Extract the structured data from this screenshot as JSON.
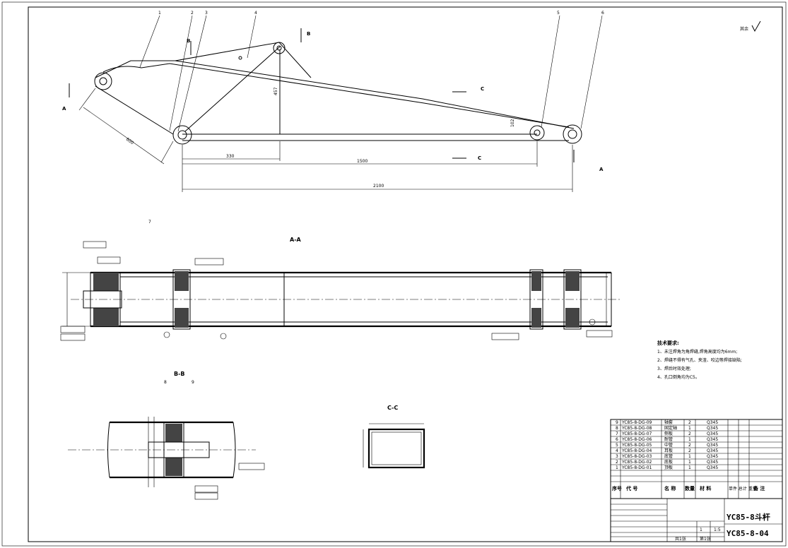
{
  "drawing": {
    "surface_mark": "其余",
    "section_labels": {
      "aa": "A-A",
      "bb": "B-B",
      "cc": "C-C"
    },
    "cut_letters": [
      "A",
      "B",
      "C"
    ],
    "balloons": [
      "1",
      "2",
      "3",
      "4",
      "5",
      "6",
      "7",
      "8",
      "9"
    ],
    "dims": {
      "len_total": "2100",
      "len_mid": "1500",
      "len_left": "330",
      "len_diag": "600",
      "h_vert": "457",
      "offset": "102"
    }
  },
  "tech_req": {
    "title": "技术要求:",
    "items": [
      "1、未注焊角为角焊缝,焊角高度均为6mm;",
      "2、焊缝不得有气孔、夹渣、咬边等焊接缺陷;",
      "3、焊后时效处理;",
      "4、孔口倒角均为C5。"
    ]
  },
  "bom": {
    "rows": [
      {
        "no": "9",
        "code": "YC85-8-DG-09",
        "name": "轴套",
        "qty": "2",
        "material": "Q345"
      },
      {
        "no": "8",
        "code": "YC85-8-DG-08",
        "name": "固定轴",
        "qty": "1",
        "material": "Q345"
      },
      {
        "no": "7",
        "code": "YC85-8-DG-07",
        "name": "侧板",
        "qty": "2",
        "material": "Q345"
      },
      {
        "no": "6",
        "code": "YC85-8-DG-06",
        "name": "耐管",
        "qty": "1",
        "material": "Q345"
      },
      {
        "no": "5",
        "code": "YC85-8-DG-05",
        "name": "中管",
        "qty": "2",
        "material": "Q345"
      },
      {
        "no": "4",
        "code": "YC85-8-DG-04",
        "name": "耳板",
        "qty": "2",
        "material": "Q345"
      },
      {
        "no": "3",
        "code": "YC85-8-DG-03",
        "name": "底管",
        "qty": "1",
        "material": "Q345"
      },
      {
        "no": "2",
        "code": "YC85-8-DG-02",
        "name": "底板",
        "qty": "1",
        "material": "Q345"
      },
      {
        "no": "1",
        "code": "YC85-8-DG-01",
        "name": "顶板",
        "qty": "1",
        "material": "Q345"
      }
    ],
    "header": {
      "no": "序号",
      "code": "代 号",
      "name": "名 称",
      "qty": "数量",
      "material": "材 料",
      "weight": "单件 总计 重量",
      "remark": "备 注"
    }
  },
  "title_block": {
    "drawing_name": "YC85-8斗杆",
    "drawing_no": "YC85-8-04",
    "scale": "1:5",
    "qty": "1",
    "sheet": "第1张",
    "sheets": "共1张"
  }
}
